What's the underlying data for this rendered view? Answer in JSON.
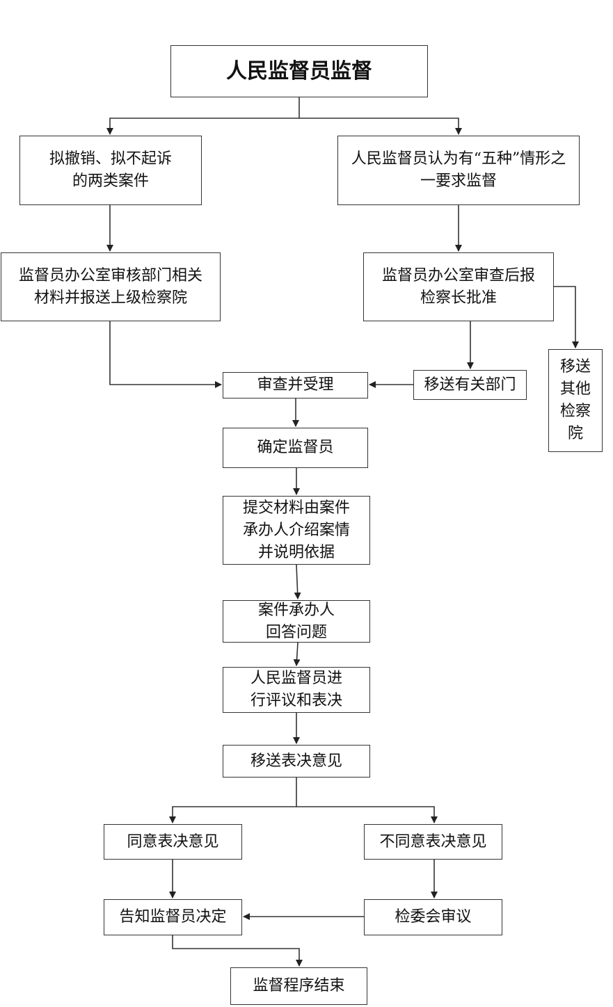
{
  "nodes": {
    "root": "人民监督员监督",
    "left_cases": [
      "拟撤销、拟不起诉",
      "的两类案件"
    ],
    "right_request": [
      "人民监督员认为有“五种”情形之",
      "一要求监督"
    ],
    "left_office": [
      "监督员办公室审核部门相关",
      "材料并报送上级检察院"
    ],
    "right_office": [
      "监督员办公室审查后报",
      "检察长批准"
    ],
    "transfer_dept": "移送有关部门",
    "transfer_other": [
      "移送",
      "其他",
      "检察",
      "院"
    ],
    "review_accept": "审查并受理",
    "determine": "确定监督员",
    "submit": [
      "提交材料由案件",
      "承办人介绍案情",
      "并说明依据"
    ],
    "answer": [
      "案件承办人",
      "回答问题"
    ],
    "evaluate": [
      "人民监督员进",
      "行评议和表决"
    ],
    "send_opinion": "移送表决意见",
    "agree": "同意表决意见",
    "disagree": "不同意表决意见",
    "notify": "告知监督员决定",
    "committee": "检委会审议",
    "end": "监督程序结束"
  }
}
